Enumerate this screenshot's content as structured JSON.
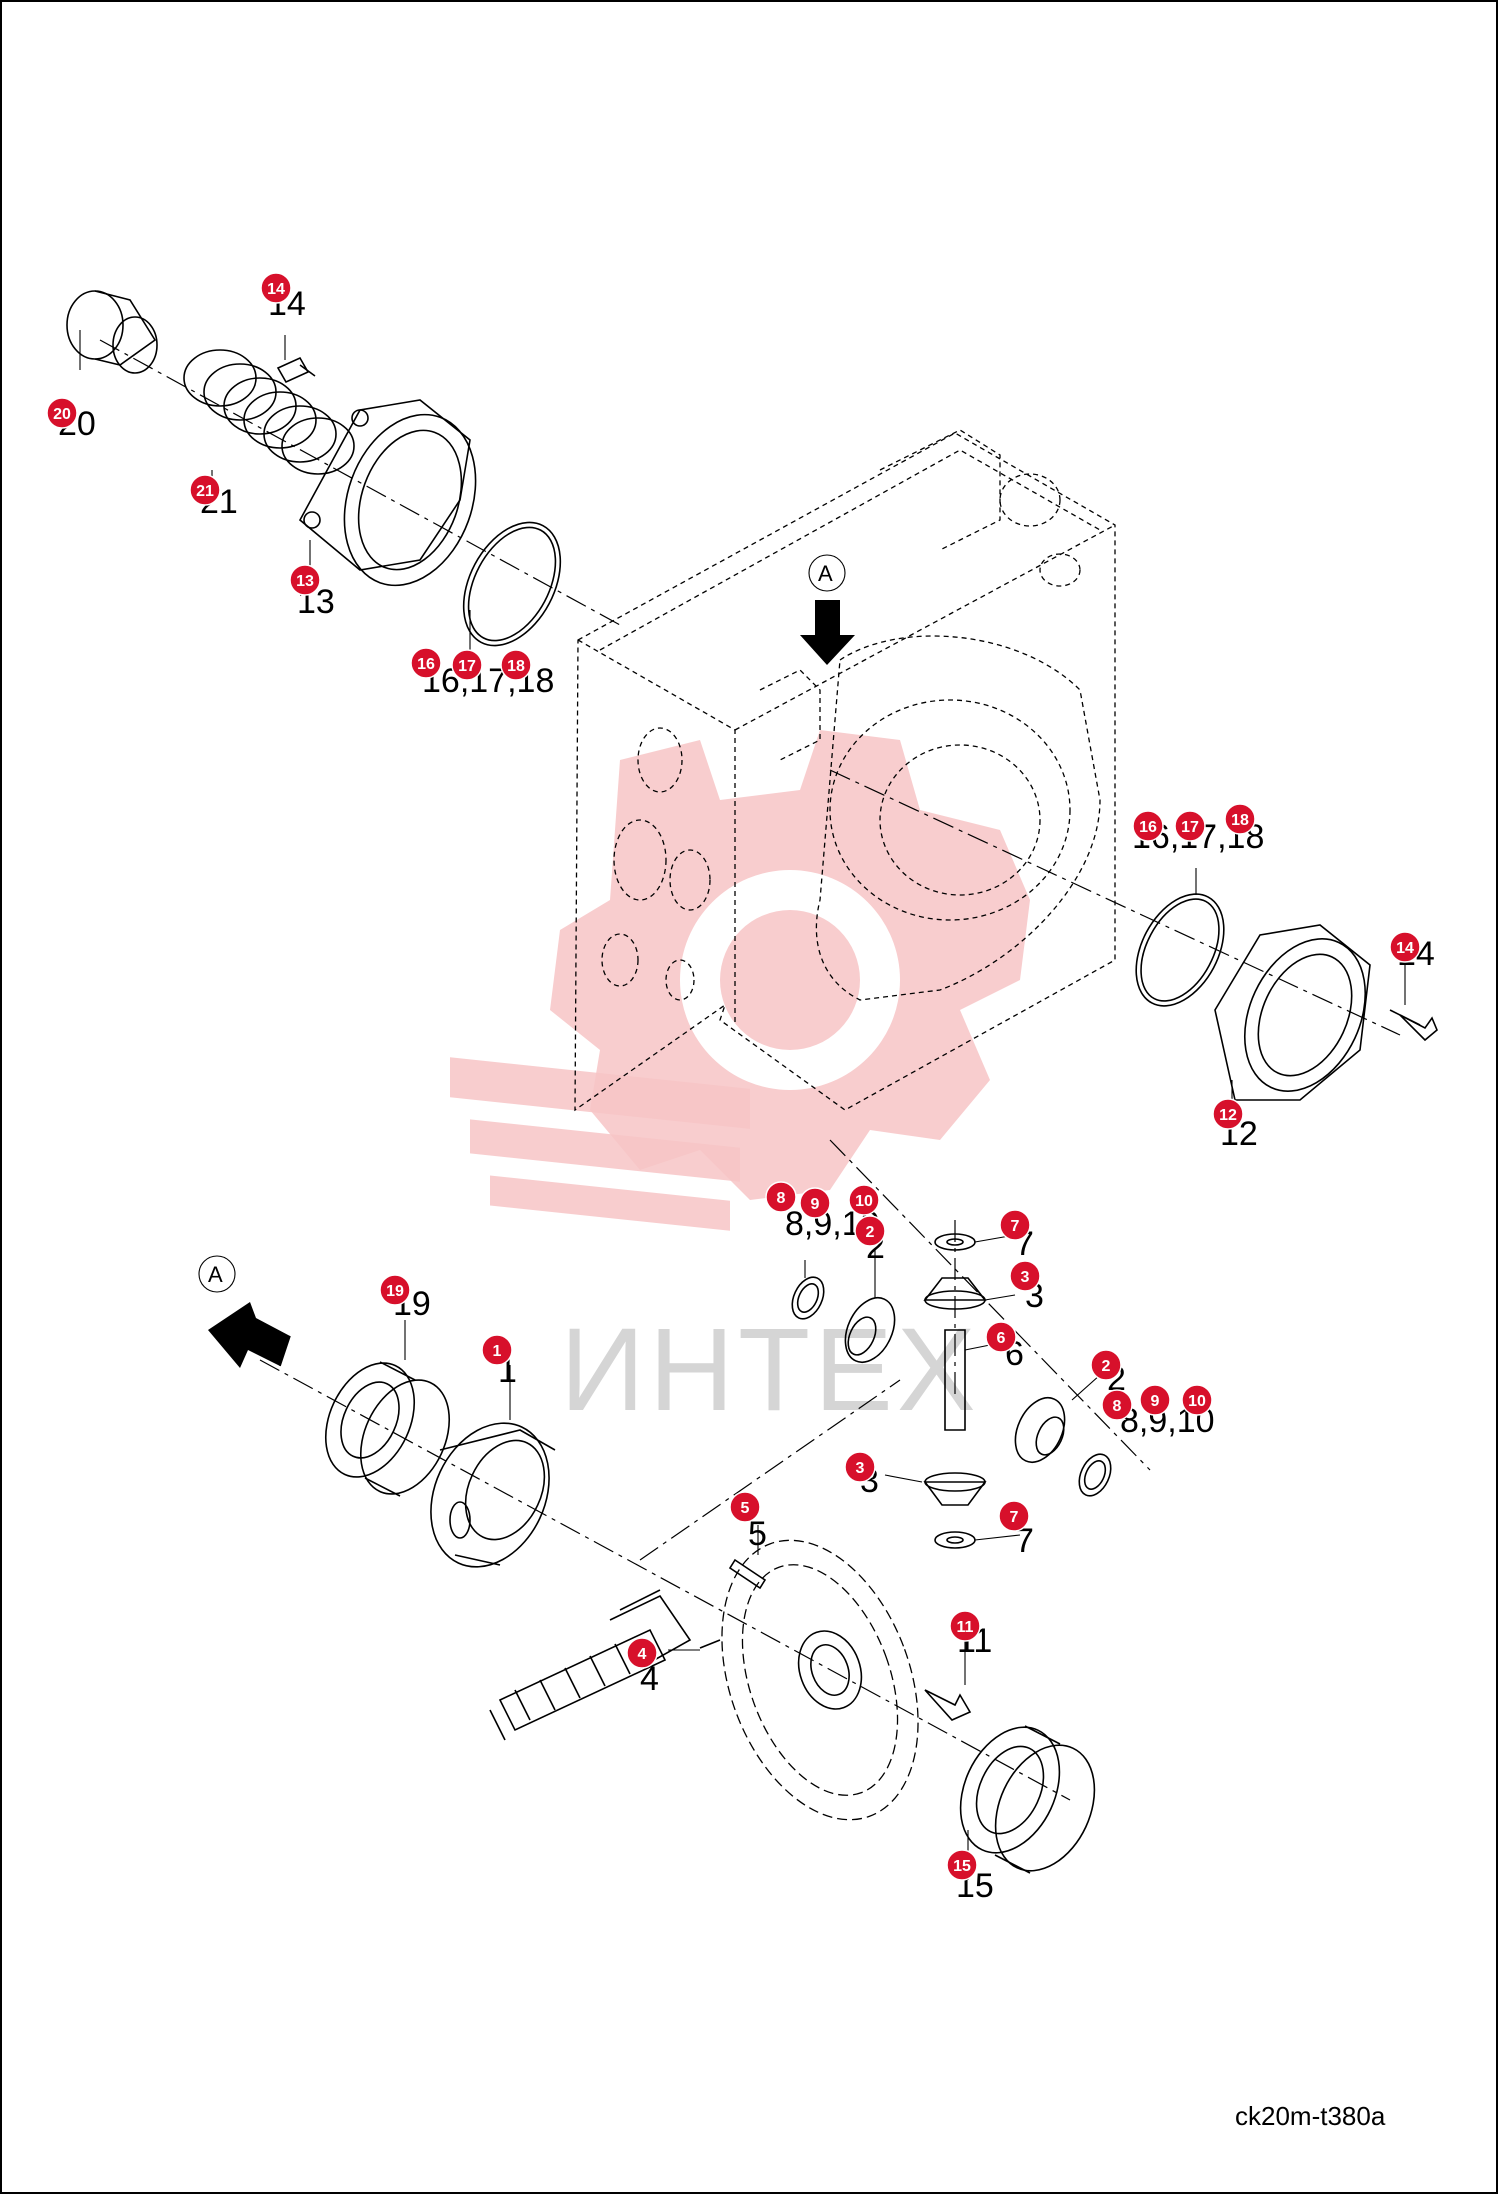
{
  "drawing": {
    "code": "ck20m-t380a",
    "watermark": "ИНТЕХ"
  },
  "view": {
    "marker": "A"
  },
  "colors": {
    "badge": "#d7102b",
    "watermark_shape": "#f7c4c6",
    "watermark_text": "#d5d5d5",
    "line": "#000000"
  },
  "labels": {
    "l20": "20",
    "l14a": "14",
    "l21": "21",
    "l13": "13",
    "l161718a": "16,17,18",
    "l161718b": "16,17,18",
    "l14b": "14",
    "l12": "12",
    "l8910a": "8,9,10",
    "l2a": "2",
    "l7a": "7",
    "l3a": "3",
    "l6": "6",
    "l2b": "2",
    "l8910b": "8,9,10",
    "l3b": "3",
    "l7b": "7",
    "l19": "19",
    "l1": "1",
    "l5": "5",
    "l4": "4",
    "l11": "11",
    "l15": "15"
  },
  "badges": {
    "b20": "20",
    "b14a": "14",
    "b21": "21",
    "b13": "13",
    "b16a": "16",
    "b17a": "17",
    "b18a": "18",
    "b16b": "16",
    "b17b": "17",
    "b18b": "18",
    "b14b": "14",
    "b12": "12",
    "b8a": "8",
    "b9a": "9",
    "b10a": "10",
    "b2a": "2",
    "b7a": "7",
    "b3a": "3",
    "b6": "6",
    "b2b": "2",
    "b8b": "8",
    "b9b": "9",
    "b10b": "10",
    "b3b": "3",
    "b7b": "7",
    "b19": "19",
    "b1": "1",
    "b5": "5",
    "b4": "4",
    "b11": "11",
    "b15": "15"
  }
}
